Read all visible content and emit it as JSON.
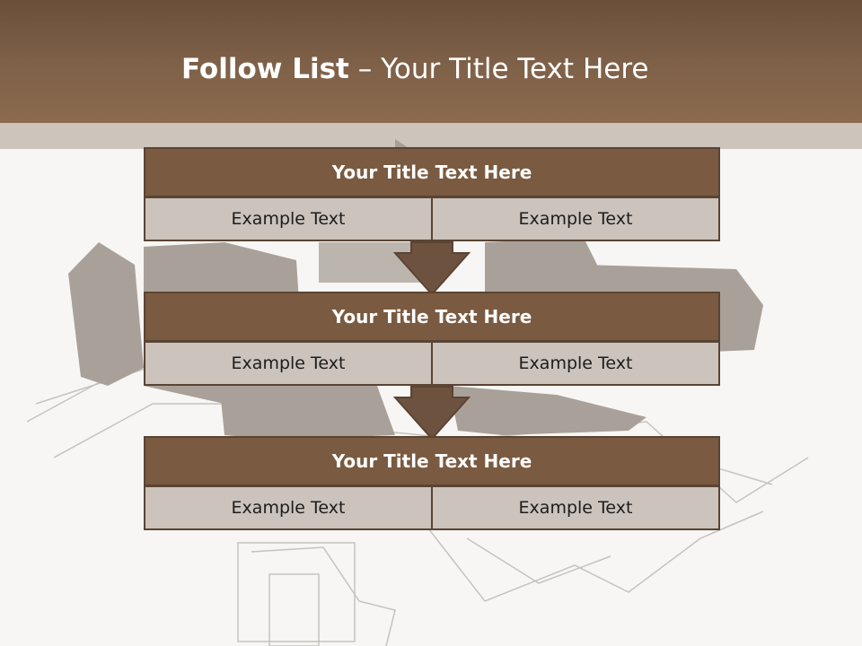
{
  "slide": {
    "title_bold": "Follow List",
    "title_rest": " – Your Title Text Here"
  },
  "blocks": [
    {
      "title": "Your Title Text Here",
      "left": "Example Text",
      "right": "Example Text"
    },
    {
      "title": "Your Title Text Here",
      "left": "Example Text",
      "right": "Example Text"
    },
    {
      "title": "Your Title Text Here",
      "left": "Example Text",
      "right": "Example Text"
    }
  ],
  "colors": {
    "header": "#7e6048",
    "block_title": "#7a5a40",
    "block_cell": "#cbc3bc",
    "border": "#5a4434"
  },
  "icons": [
    "down-arrow-icon",
    "house-blueprint-illustration"
  ]
}
